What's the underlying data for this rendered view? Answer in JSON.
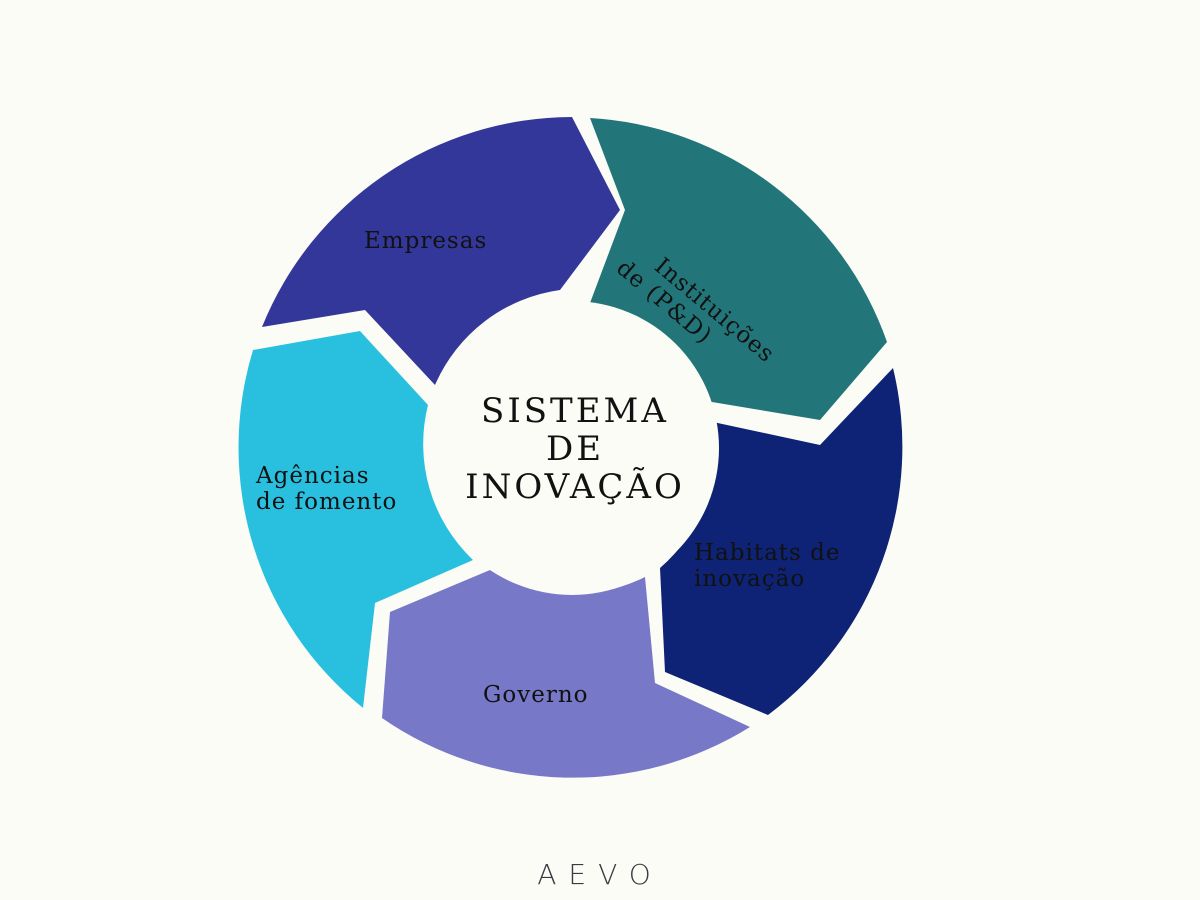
{
  "diagram": {
    "title_lines": [
      "SISTEMA",
      "DE",
      "INOVAÇÃO"
    ],
    "segments": [
      {
        "id": "empresas",
        "label_lines": [
          "Empresas"
        ],
        "color": "#33379a"
      },
      {
        "id": "instituicoes",
        "label_lines": [
          "Instituições",
          "de (P&D)"
        ],
        "color": "#22767a"
      },
      {
        "id": "habitats",
        "label_lines": [
          "Habitats de",
          "inovação"
        ],
        "color": "#0e2375"
      },
      {
        "id": "governo",
        "label_lines": [
          "Governo"
        ],
        "color": "#7878c8"
      },
      {
        "id": "agencias",
        "label_lines": [
          "Agências",
          "de fomento"
        ],
        "color": "#29c0e0"
      }
    ],
    "center_color": "#fbfcf5",
    "background": "#fbfcf5"
  },
  "footer": {
    "logo_text": "AEVO"
  }
}
